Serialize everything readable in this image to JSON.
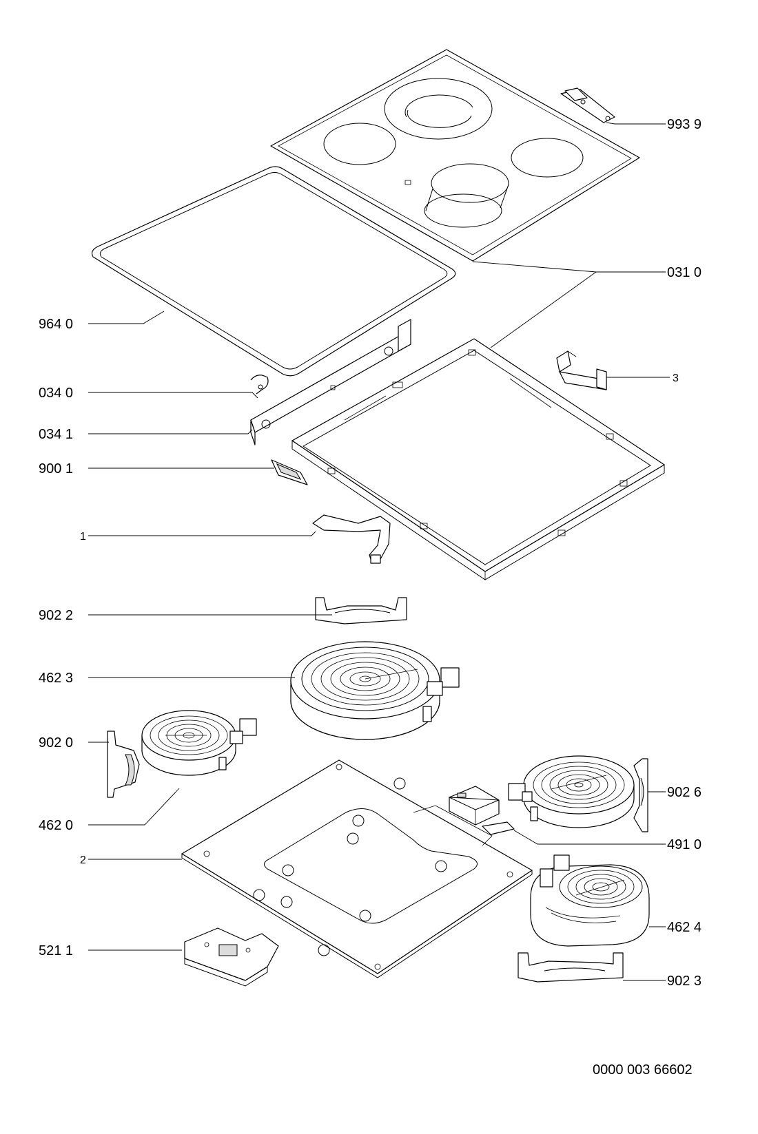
{
  "labels": {
    "p993_9": "993 9",
    "p031_0": "031 0",
    "p964_0": "964 0",
    "p3": "3",
    "p034_0": "034 0",
    "p034_1": "034 1",
    "p900_1": "900 1",
    "p1": "1",
    "p902_2": "902 2",
    "p462_3": "462 3",
    "p902_0": "902 0",
    "p902_6": "902 6",
    "p462_0": "462 0",
    "p491_0": "491 0",
    "p2": "2",
    "p462_4": "462 4",
    "p521_1": "521 1",
    "p902_3": "902 3"
  },
  "document_number": "0000 003 66602"
}
